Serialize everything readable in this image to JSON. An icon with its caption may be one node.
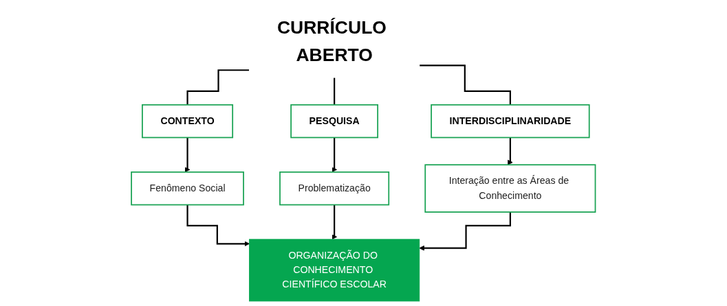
{
  "diagram": {
    "nodes": [
      {
        "text": [
          "CURRÍCULO ABERTO"
        ]
      },
      {
        "text": [
          "CONTEXTO"
        ]
      },
      {
        "text": [
          "PESQUISA"
        ]
      },
      {
        "text": [
          "INTERDISCIPLINARIDADE"
        ]
      },
      {
        "text": [
          "Fenômeno Social"
        ]
      },
      {
        "text": [
          "Problematização"
        ]
      },
      {
        "text": [
          "Interação entre as Áreas de Conhecimento"
        ]
      },
      {
        "text": [
          "ORGANIZAÇÃO DO CONHECIMENTO CIENTÍFICO ESCOLAR"
        ]
      }
    ],
    "edges": [
      {
        "from": 0,
        "to": 1,
        "arrow": "none"
      },
      {
        "from": 0,
        "to": 2,
        "arrow": "none"
      },
      {
        "from": 0,
        "to": 3,
        "arrow": "none"
      },
      {
        "from": 1,
        "to": 4,
        "arrow": "to"
      },
      {
        "from": 2,
        "to": 5,
        "arrow": "to"
      },
      {
        "from": 3,
        "to": 6,
        "arrow": "to"
      },
      {
        "from": 4,
        "to": 7,
        "arrow": "to"
      },
      {
        "from": 5,
        "to": 7,
        "arrow": "to"
      },
      {
        "from": 6,
        "to": 7,
        "arrow": "to"
      }
    ]
  }
}
